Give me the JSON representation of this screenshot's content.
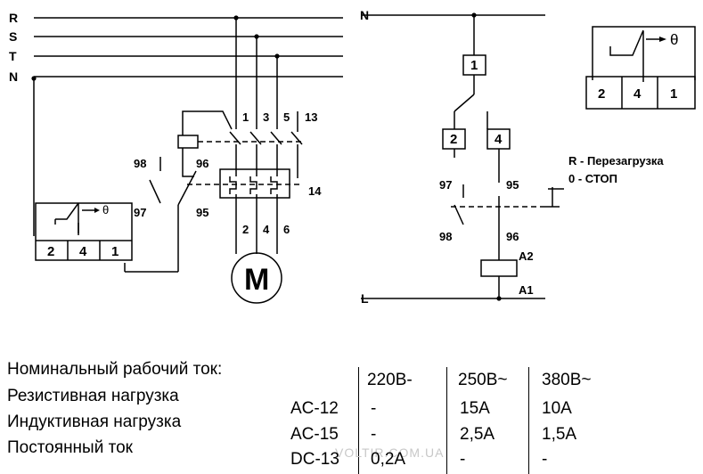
{
  "phases": [
    "R",
    "S",
    "T",
    "N"
  ],
  "right_rails": {
    "top": "N",
    "bottom": "L"
  },
  "contactor_terminals": {
    "t1": "1",
    "t3": "3",
    "t5": "5",
    "t13": "13",
    "t14": "14",
    "m2": "2",
    "m4": "4",
    "m6": "6"
  },
  "relay_contacts": {
    "c98": "98",
    "c96": "96",
    "c97": "97",
    "c95": "95"
  },
  "relay_block_terminals": [
    "2",
    "4",
    "1"
  ],
  "motor_label": "M",
  "theta_symbol": "θ",
  "ladder": {
    "box1": "1",
    "box2": "2",
    "box4": "4",
    "c97": "97",
    "c95": "95",
    "c98": "98",
    "c96": "96",
    "a2": "A2",
    "a1": "A1"
  },
  "legend": {
    "line1": "R - Перезагрузка",
    "line2": "0 - СТОП"
  },
  "ratings": {
    "row_labels": [
      "Номинальный рабочий ток:",
      "Резистивная нагрузка",
      "Индуктивная нагрузка",
      "Постоянный ток"
    ],
    "columns": [
      "220В-",
      "250В~",
      "380В~"
    ],
    "rows": [
      {
        "cat": "AC-12",
        "v220": "-",
        "v250": "15A",
        "v380": "10A"
      },
      {
        "cat": "AC-15",
        "v220": "-",
        "v250": "2,5A",
        "v380": "1,5A"
      },
      {
        "cat": "DC-13",
        "v220": "0,2A",
        "v250": "-",
        "v380": "-"
      }
    ]
  },
  "watermark": "VOLTIR.COM.UA"
}
